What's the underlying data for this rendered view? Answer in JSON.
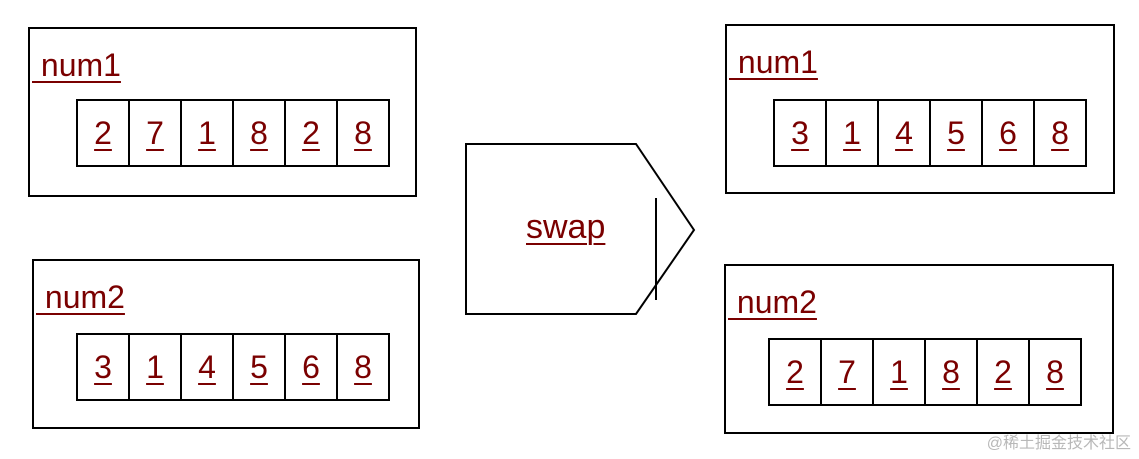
{
  "left": {
    "num1": {
      "label": " num1",
      "values": [
        "2",
        "7",
        "1",
        "8",
        "2",
        "8"
      ]
    },
    "num2": {
      "label": " num2",
      "values": [
        "3",
        "1",
        "4",
        "5",
        "6",
        "8"
      ]
    }
  },
  "right": {
    "num1": {
      "label": " num1",
      "values": [
        "3",
        "1",
        "4",
        "5",
        "6",
        "8"
      ]
    },
    "num2": {
      "label": " num2",
      "values": [
        "2",
        "7",
        "1",
        "8",
        "2",
        "8"
      ]
    }
  },
  "swap": {
    "label": "swap"
  },
  "watermark": "@稀土掘金技术社区",
  "colors": {
    "text": "#7a0000",
    "border": "#000000",
    "background": "#ffffff"
  }
}
